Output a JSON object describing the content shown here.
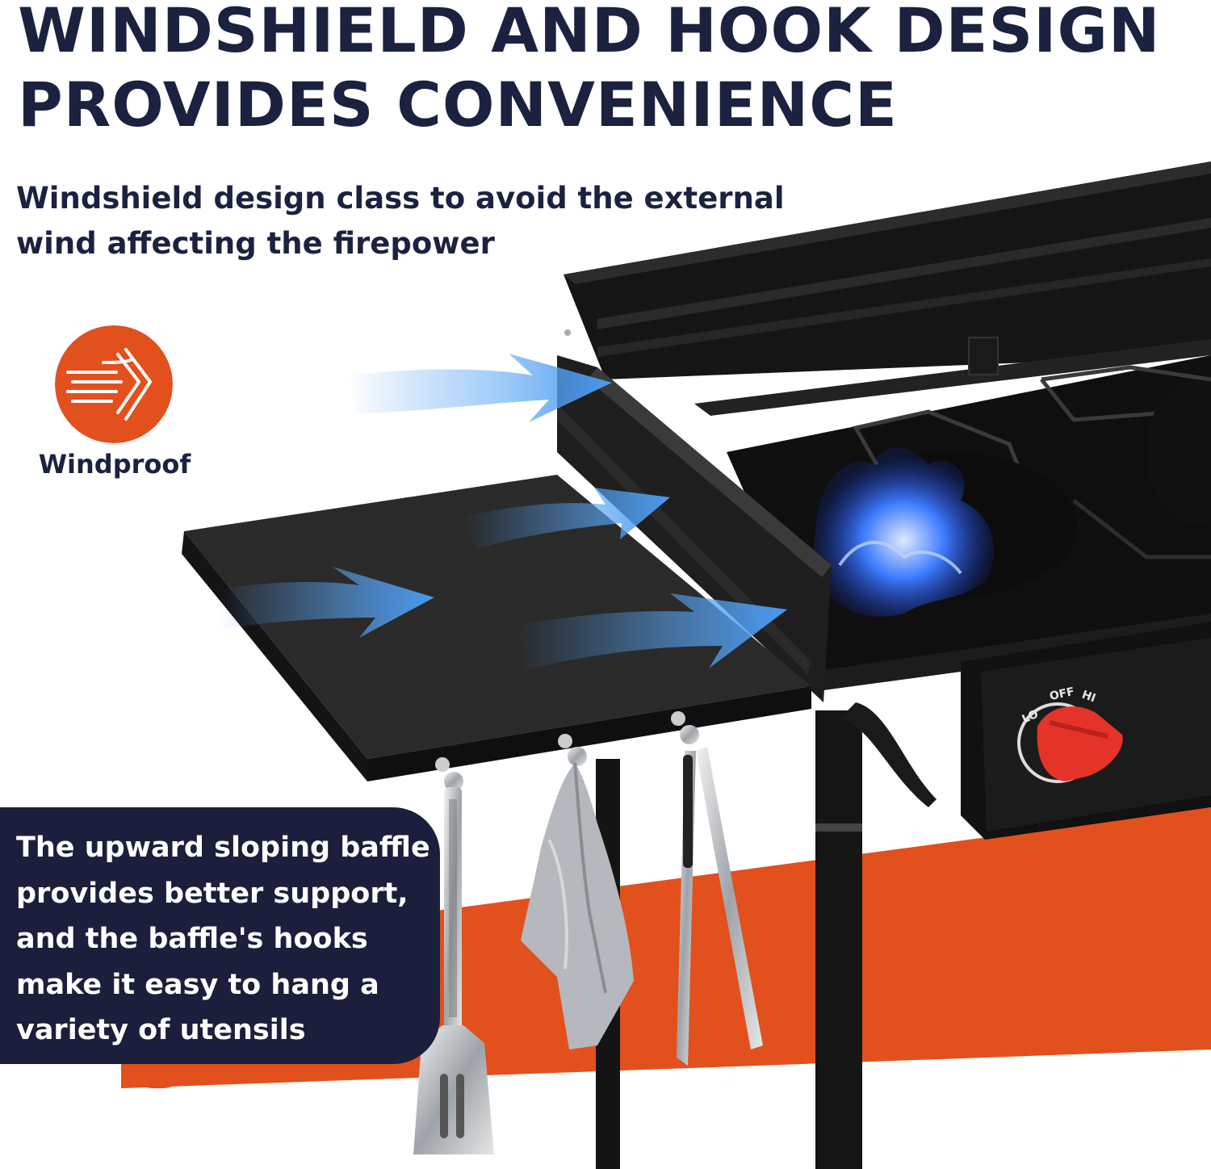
{
  "headline": {
    "line1": "WINDSHIELD AND HOOK DESIGN",
    "line2": "PROVIDES CONVENIENCE"
  },
  "subtext": {
    "line1": "Windshield design class to avoid the external",
    "line2": "wind affecting the firepower"
  },
  "badge": {
    "icon": "wind-icon",
    "label": "Windproof",
    "color": "#e2501e"
  },
  "callout": {
    "line1": "The upward sloping baffle",
    "line2": "provides better support,",
    "line3": "and the baffle's hooks",
    "line4": "make it easy to hang a",
    "line5": "variety of utensils"
  },
  "control_knob": {
    "label_lo": "LO",
    "label_off": "OFF",
    "label_hi": "HI",
    "knob_color": "#e5332a"
  },
  "colors": {
    "navy": "#1b2240",
    "callout_bg": "#1b1f3b",
    "accent_orange": "#e2501e",
    "wind_arrow_blue": "#4a9af0",
    "flame_blue": "#2f6bff"
  }
}
